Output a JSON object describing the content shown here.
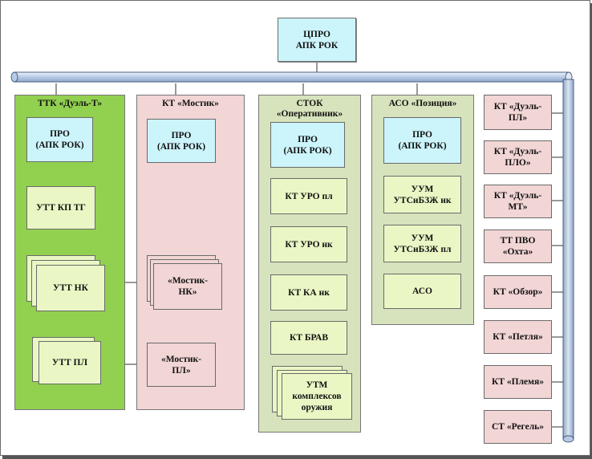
{
  "center": {
    "label": "ЦПРО\nАПК РОК"
  },
  "colors": {
    "bus": "#b7cbe6",
    "bus_edge": "#4a5f80",
    "green_panel": "#92d050",
    "pink_panel": "#f2d5d5",
    "olive_panel": "#d7e3bc",
    "cyan_box": "#ccf4fb",
    "light_green_box": "#eaf7c5"
  },
  "panels": {
    "ttk": {
      "title": "ТТК «Дуэль-Т»",
      "pro": "ПРО\n(АПК РОК)",
      "utt_kp": "УТТ КП ТГ",
      "utt_nk": "УТТ НК",
      "utt_pl": "УТТ ПЛ"
    },
    "mostik": {
      "title": "КТ «Мостик»",
      "pro": "ПРО\n(АПК РОК)",
      "mostik_nk": "«Мостик-\nНК»",
      "mostik_pl": "«Мостик-\nПЛ»"
    },
    "stok": {
      "title": "СТОК\n«Оперативник»",
      "pro": "ПРО\n(АПК РОК)",
      "items": [
        "КТ УРО пл",
        "КТ УРО нк",
        "КТ КА нк",
        "КТ БРАВ"
      ],
      "utm": "УТМ\nкомплексов\nоружия"
    },
    "aso": {
      "title": "АСО «Позиция»",
      "pro": "ПРО\n(АПК РОК)",
      "items": [
        "УУМ\nУТСиБЗЖ нк",
        "УУМ\nУТСиБЗЖ пл",
        "АСО"
      ]
    }
  },
  "right_column": [
    "КТ «Дуэль-\nПЛ»",
    "КТ «Дуэль-\nПЛО»",
    "КТ «Дуэль-\nМТ»",
    "ТТ ПВО\n«Охта»",
    "КТ «Обзор»",
    "КТ «Петля»",
    "КТ «Племя»",
    "СТ «Регель»"
  ]
}
